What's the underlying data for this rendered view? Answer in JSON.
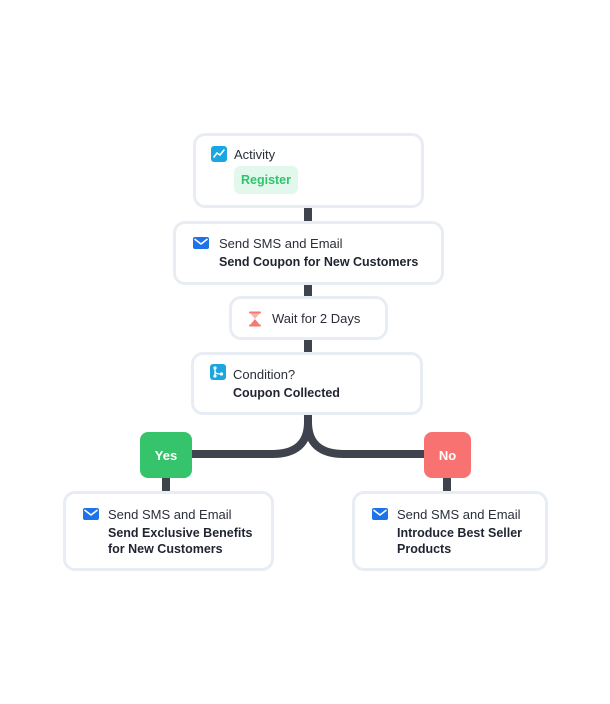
{
  "colors": {
    "connector": "#3f434d",
    "yes": "#35c46b",
    "no": "#f97272",
    "register_bg": "#e3f8ec",
    "register_text": "#2ec46d",
    "card_border": "#e8edf3",
    "email_icon": "#1e73e8",
    "activity_icon": "#1aa6e0",
    "wait_icon": "#f47a72"
  },
  "nodes": {
    "activity": {
      "icon": "activity-icon",
      "label": "Activity",
      "tag": "Register"
    },
    "send1": {
      "icon": "email-icon",
      "label": "Send SMS and Email",
      "title": "Send Coupon for New Customers"
    },
    "wait": {
      "icon": "hourglass-icon",
      "label": "Wait for 2 Days"
    },
    "condition": {
      "icon": "condition-icon",
      "label": "Condition?",
      "title": "Coupon Collected"
    },
    "yes_branch": {
      "label": "Yes"
    },
    "no_branch": {
      "label": "No"
    },
    "yes_action": {
      "icon": "email-icon",
      "label": "Send SMS and Email",
      "title_line1": "Send Exclusive Benefits",
      "title_line2": "for New Customers"
    },
    "no_action": {
      "icon": "email-icon",
      "label": "Send SMS and Email",
      "title_line1": "Introduce Best Seller",
      "title_line2": "Products"
    }
  }
}
